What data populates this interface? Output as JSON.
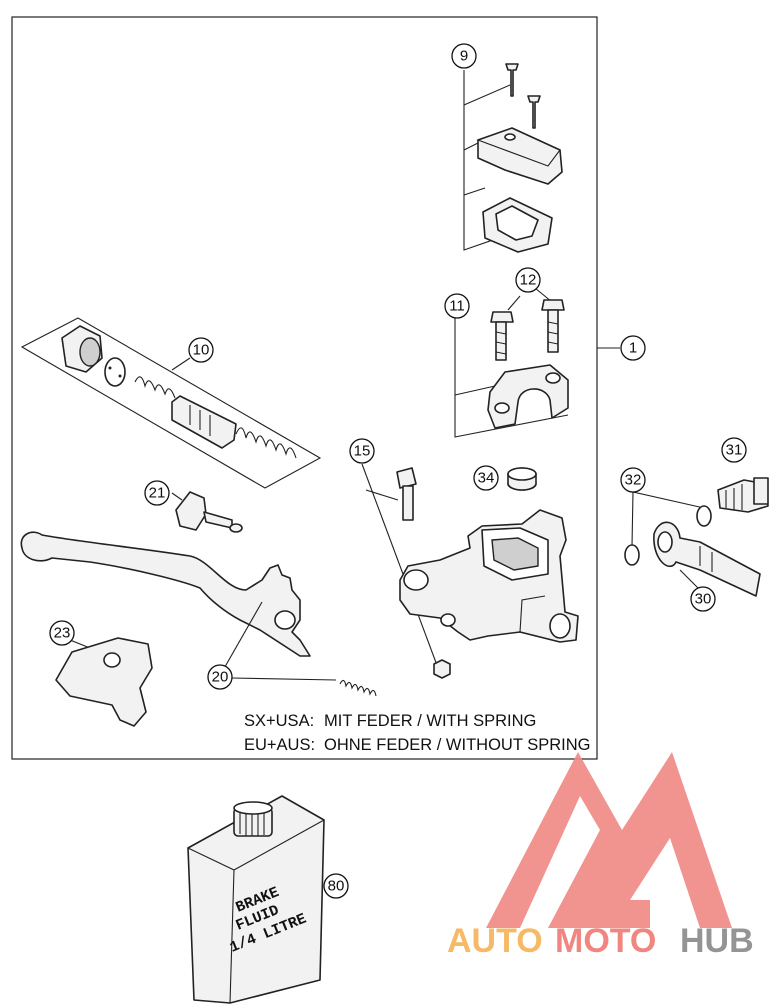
{
  "callouts": {
    "c1": "1",
    "c9": "9",
    "c10": "10",
    "c11": "11",
    "c12": "12",
    "c15": "15",
    "c20": "20",
    "c21": "21",
    "c23": "23",
    "c30": "30",
    "c31": "31",
    "c32": "32",
    "c34": "34",
    "c80": "80"
  },
  "notes": {
    "line1_variant": "SX+USA:",
    "line1_text": "MIT FEDER / WITH SPRING",
    "line2_variant": "EU+AUS:",
    "line2_text": "OHNE FEDER / WITHOUT SPRING"
  },
  "bottle": {
    "line1": "BRAKE",
    "line2": "FLUID",
    "line3": "1/4 LITRE"
  },
  "watermark": {
    "part1": "AUTO",
    "part2": "MOTO",
    "part3": "HUB",
    "colors": {
      "logo_red": "#f08a86",
      "auto_orange": "#f6b45a",
      "moto_red": "#f07b76",
      "hub_gray": "#8c8c8c"
    }
  }
}
